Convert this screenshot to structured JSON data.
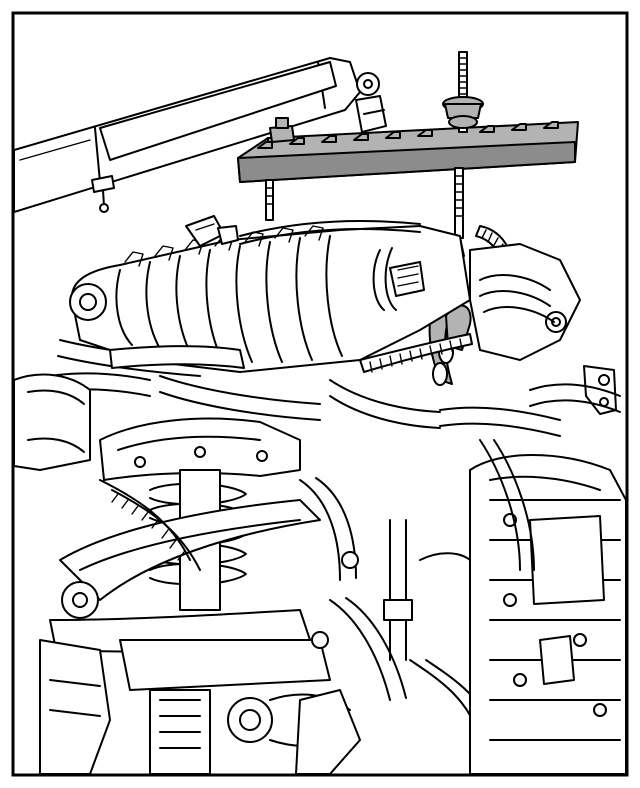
{
  "figure": {
    "palette": {
      "line": "#000000",
      "background": "#ffffff",
      "fixture_fill": "#b3b3b3",
      "fixture_shadow": "#8c8c8c"
    },
    "icons": [
      "engine-hoist-arm",
      "engine-support-bar",
      "lifting-chain",
      "threaded-rod",
      "engine-assembly",
      "front-suspension"
    ]
  }
}
